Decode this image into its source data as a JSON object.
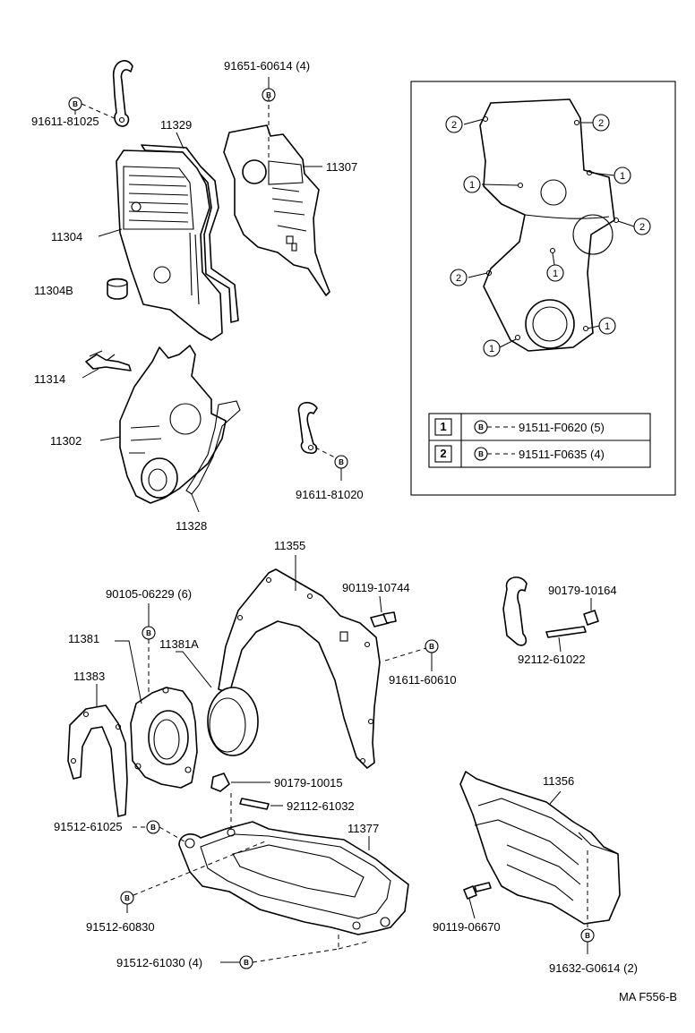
{
  "marker_b": "B",
  "callout_one": "1",
  "callout_two": "2",
  "labels": {
    "p91611_81025": "91611-81025",
    "p11329": "11329",
    "p91651_60614": "91651-60614 (4)",
    "p11307": "11307",
    "p11304": "11304",
    "p11304B": "11304B",
    "p11314": "11314",
    "p11302": "11302",
    "p11328": "11328",
    "p91611_81020": "91611-81020",
    "p11355": "11355",
    "p90119_10744": "90119-10744",
    "p90179_10164": "90179-10164",
    "p92112_61022": "92112-61022",
    "p90105_06229": "90105-06229 (6)",
    "p11381": "11381",
    "p11381A": "11381A",
    "p91611_60610": "91611-60610",
    "p11383": "11383",
    "p90179_10015": "90179-10015",
    "p92112_61032": "92112-61032",
    "p91512_61025": "91512-61025",
    "p11377": "11377",
    "p11356": "11356",
    "p91512_60830": "91512-60830",
    "p90119_06670": "90119-06670",
    "p91512_61030": "91512-61030 (4)",
    "p91632_G0614": "91632-G0614 (2)",
    "code": "MA F556-B"
  },
  "legend": [
    {
      "key": "1",
      "part": "91511-F0620 (5)"
    },
    {
      "key": "2",
      "part": "91511-F0635 (4)"
    }
  ]
}
